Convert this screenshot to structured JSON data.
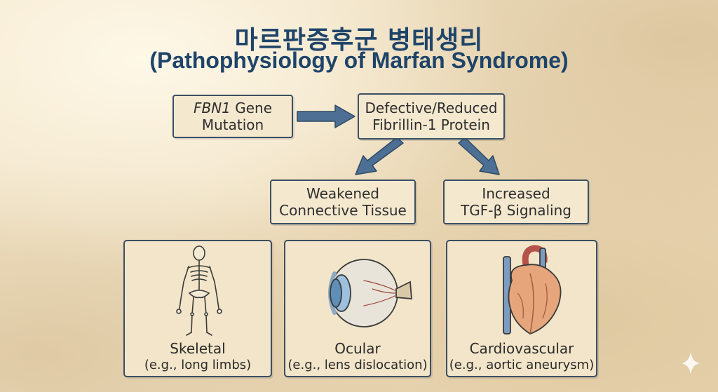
{
  "title": {
    "korean": "마르판증후군 병태생리",
    "english": "(Pathophysiology of Marfan Syndrome)"
  },
  "nodes": {
    "gene": {
      "italic": "FBN1",
      "line1_rest": " Gene",
      "line2": "Mutation"
    },
    "protein": {
      "line1": "Defective/Reduced",
      "line2": "Fibrillin-1 Protein"
    },
    "tissue": {
      "line1": "Weakened",
      "line2": "Connective Tissue"
    },
    "tgf": {
      "line1": "Increased",
      "line2": "TGF-β Signaling"
    }
  },
  "manifestations": [
    {
      "name": "Skeletal",
      "example": "(e.g., long limbs)",
      "icon": "skeleton-icon"
    },
    {
      "name": "Ocular",
      "example": "(e.g., lens dislocation)",
      "icon": "eye-icon"
    },
    {
      "name": "Cardiovascular",
      "example": "(e.g., aortic aneurysm)",
      "icon": "heart-icon"
    }
  ],
  "colors": {
    "title": "#1f4469",
    "border": "#3b4f63",
    "arrow": "#4d6f93",
    "box_fill": "#f4e8cf"
  }
}
